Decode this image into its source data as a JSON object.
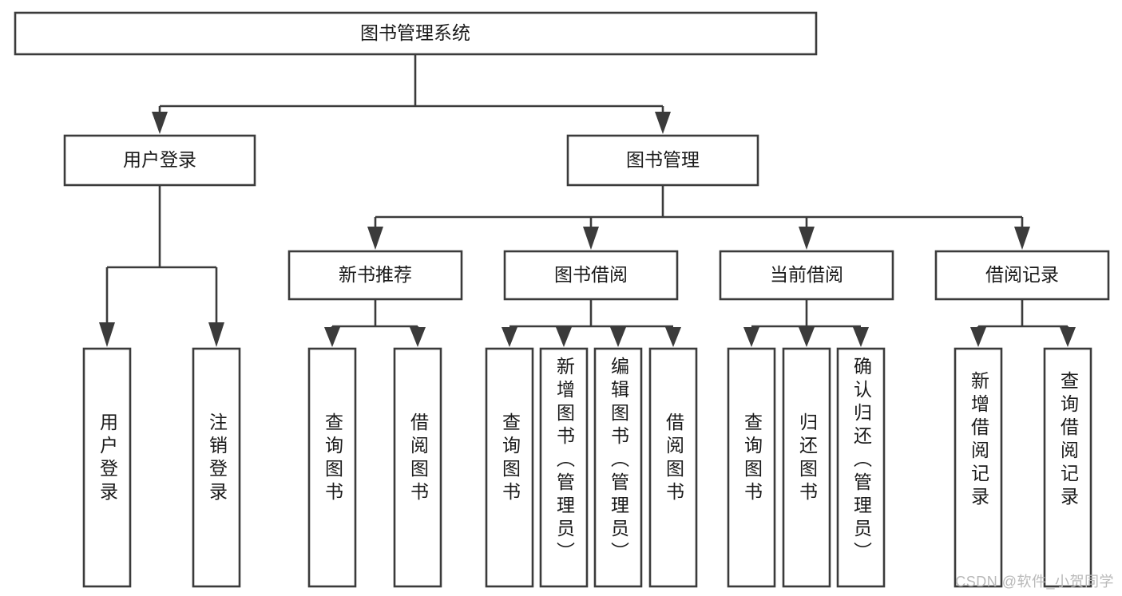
{
  "diagram": {
    "title": "图书管理系统",
    "type": "hierarchy-tree",
    "watermark": "CSDN @软件_小贺同学",
    "colors": {
      "stroke": "#3b3b3b",
      "box_fill": "#ffffff",
      "text": "#1a1a1a",
      "background": "#ffffff",
      "watermark": "#b9b9b9"
    },
    "levels": {
      "root": {
        "label": "图书管理系统"
      },
      "level2": [
        {
          "label": "用户登录"
        },
        {
          "label": "图书管理"
        }
      ],
      "level3": [
        {
          "label": "新书推荐"
        },
        {
          "label": "图书借阅"
        },
        {
          "label": "当前借阅"
        },
        {
          "label": "借阅记录"
        }
      ],
      "leaves": {
        "under_user_login": [
          {
            "label": "用户登录"
          },
          {
            "label": "注销登录"
          }
        ],
        "under_new_book_recommend": [
          {
            "label": "查询图书"
          },
          {
            "label": "借阅图书"
          }
        ],
        "under_book_borrow": [
          {
            "label": "查询图书"
          },
          {
            "label": "新增图书（管理员）"
          },
          {
            "label": "编辑图书（管理员）"
          },
          {
            "label": "借阅图书"
          }
        ],
        "under_current_borrow": [
          {
            "label": "查询图书"
          },
          {
            "label": "归还图书"
          },
          {
            "label": "确认归还（管理员）"
          }
        ],
        "under_borrow_record": [
          {
            "label": "新增借阅记录"
          },
          {
            "label": "查询借阅记录"
          }
        ]
      }
    }
  }
}
